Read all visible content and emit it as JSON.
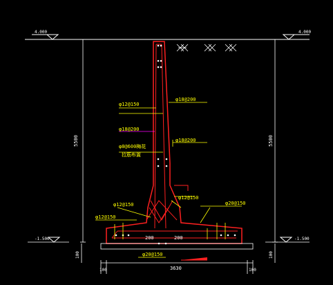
{
  "elevations": {
    "top_left": "4.000",
    "top_right": "4.000",
    "bottom_left": "-1.500",
    "bottom_right": "-1.500"
  },
  "dimensions": {
    "height_left": "5500",
    "height_right": "5500",
    "base_width": "3630",
    "toe_left": "100",
    "toe_right": "100",
    "base_thickness_left": "100",
    "base_thickness_right": "100",
    "haunch_left": "200",
    "haunch_right": "200"
  },
  "rebar_labels": {
    "wall_left_upper": "φ12@150",
    "wall_right_upper": "φ18@200",
    "wall_left_mid": "φ18@200",
    "wall_right_mid": "φ18@200",
    "wall_left_tie": "φ8@600梅花",
    "wall_left_tie_note": "拉筋布置",
    "haunch_left": "φ12@150",
    "haunch_right": "φ12@150",
    "slab_right_top": "φ20@150",
    "slab_left_top": "φ12@150",
    "slab_bottom": "φ20@150"
  },
  "colors": {
    "concrete_outline": "#ff2020",
    "dimension_lines": "#ffffff",
    "label_text": "#ffff00",
    "leader_lines": "#ffff00",
    "magenta_leader": "#ff00ff"
  }
}
